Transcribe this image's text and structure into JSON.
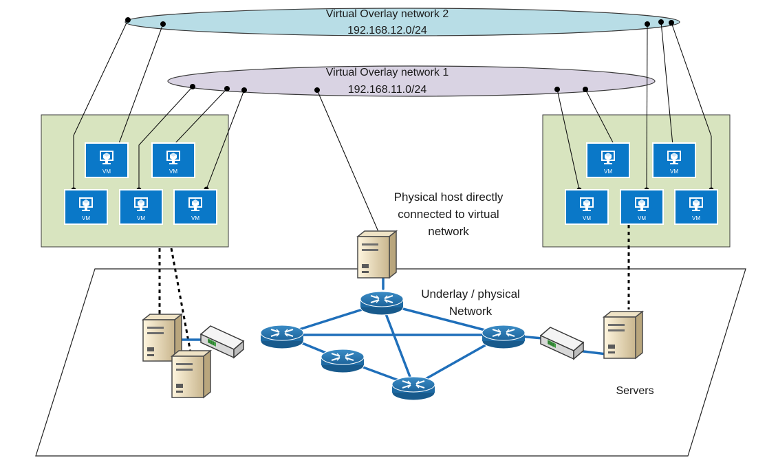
{
  "overlay_network_2": {
    "name": "Virtual Overlay network 2",
    "subnet": "192.168.12.0/24"
  },
  "overlay_network_1": {
    "name": "Virtual Overlay network 1",
    "subnet": "192.168.11.0/24"
  },
  "vm_label": "VM",
  "physical_host_label": [
    "Physical host directly",
    "connected to virtual",
    "network"
  ],
  "underlay_label": [
    "Underlay / physical",
    "Network"
  ],
  "servers_label": "Servers",
  "colors": {
    "overlay_2_fill": "#b8dde6",
    "overlay_1_fill": "#d9d3e3",
    "host_box_fill": "#d8e4bf",
    "vm_blue": "#0a78c8",
    "link_blue": "#1f6fba",
    "router_blue": "#2a78b0"
  }
}
